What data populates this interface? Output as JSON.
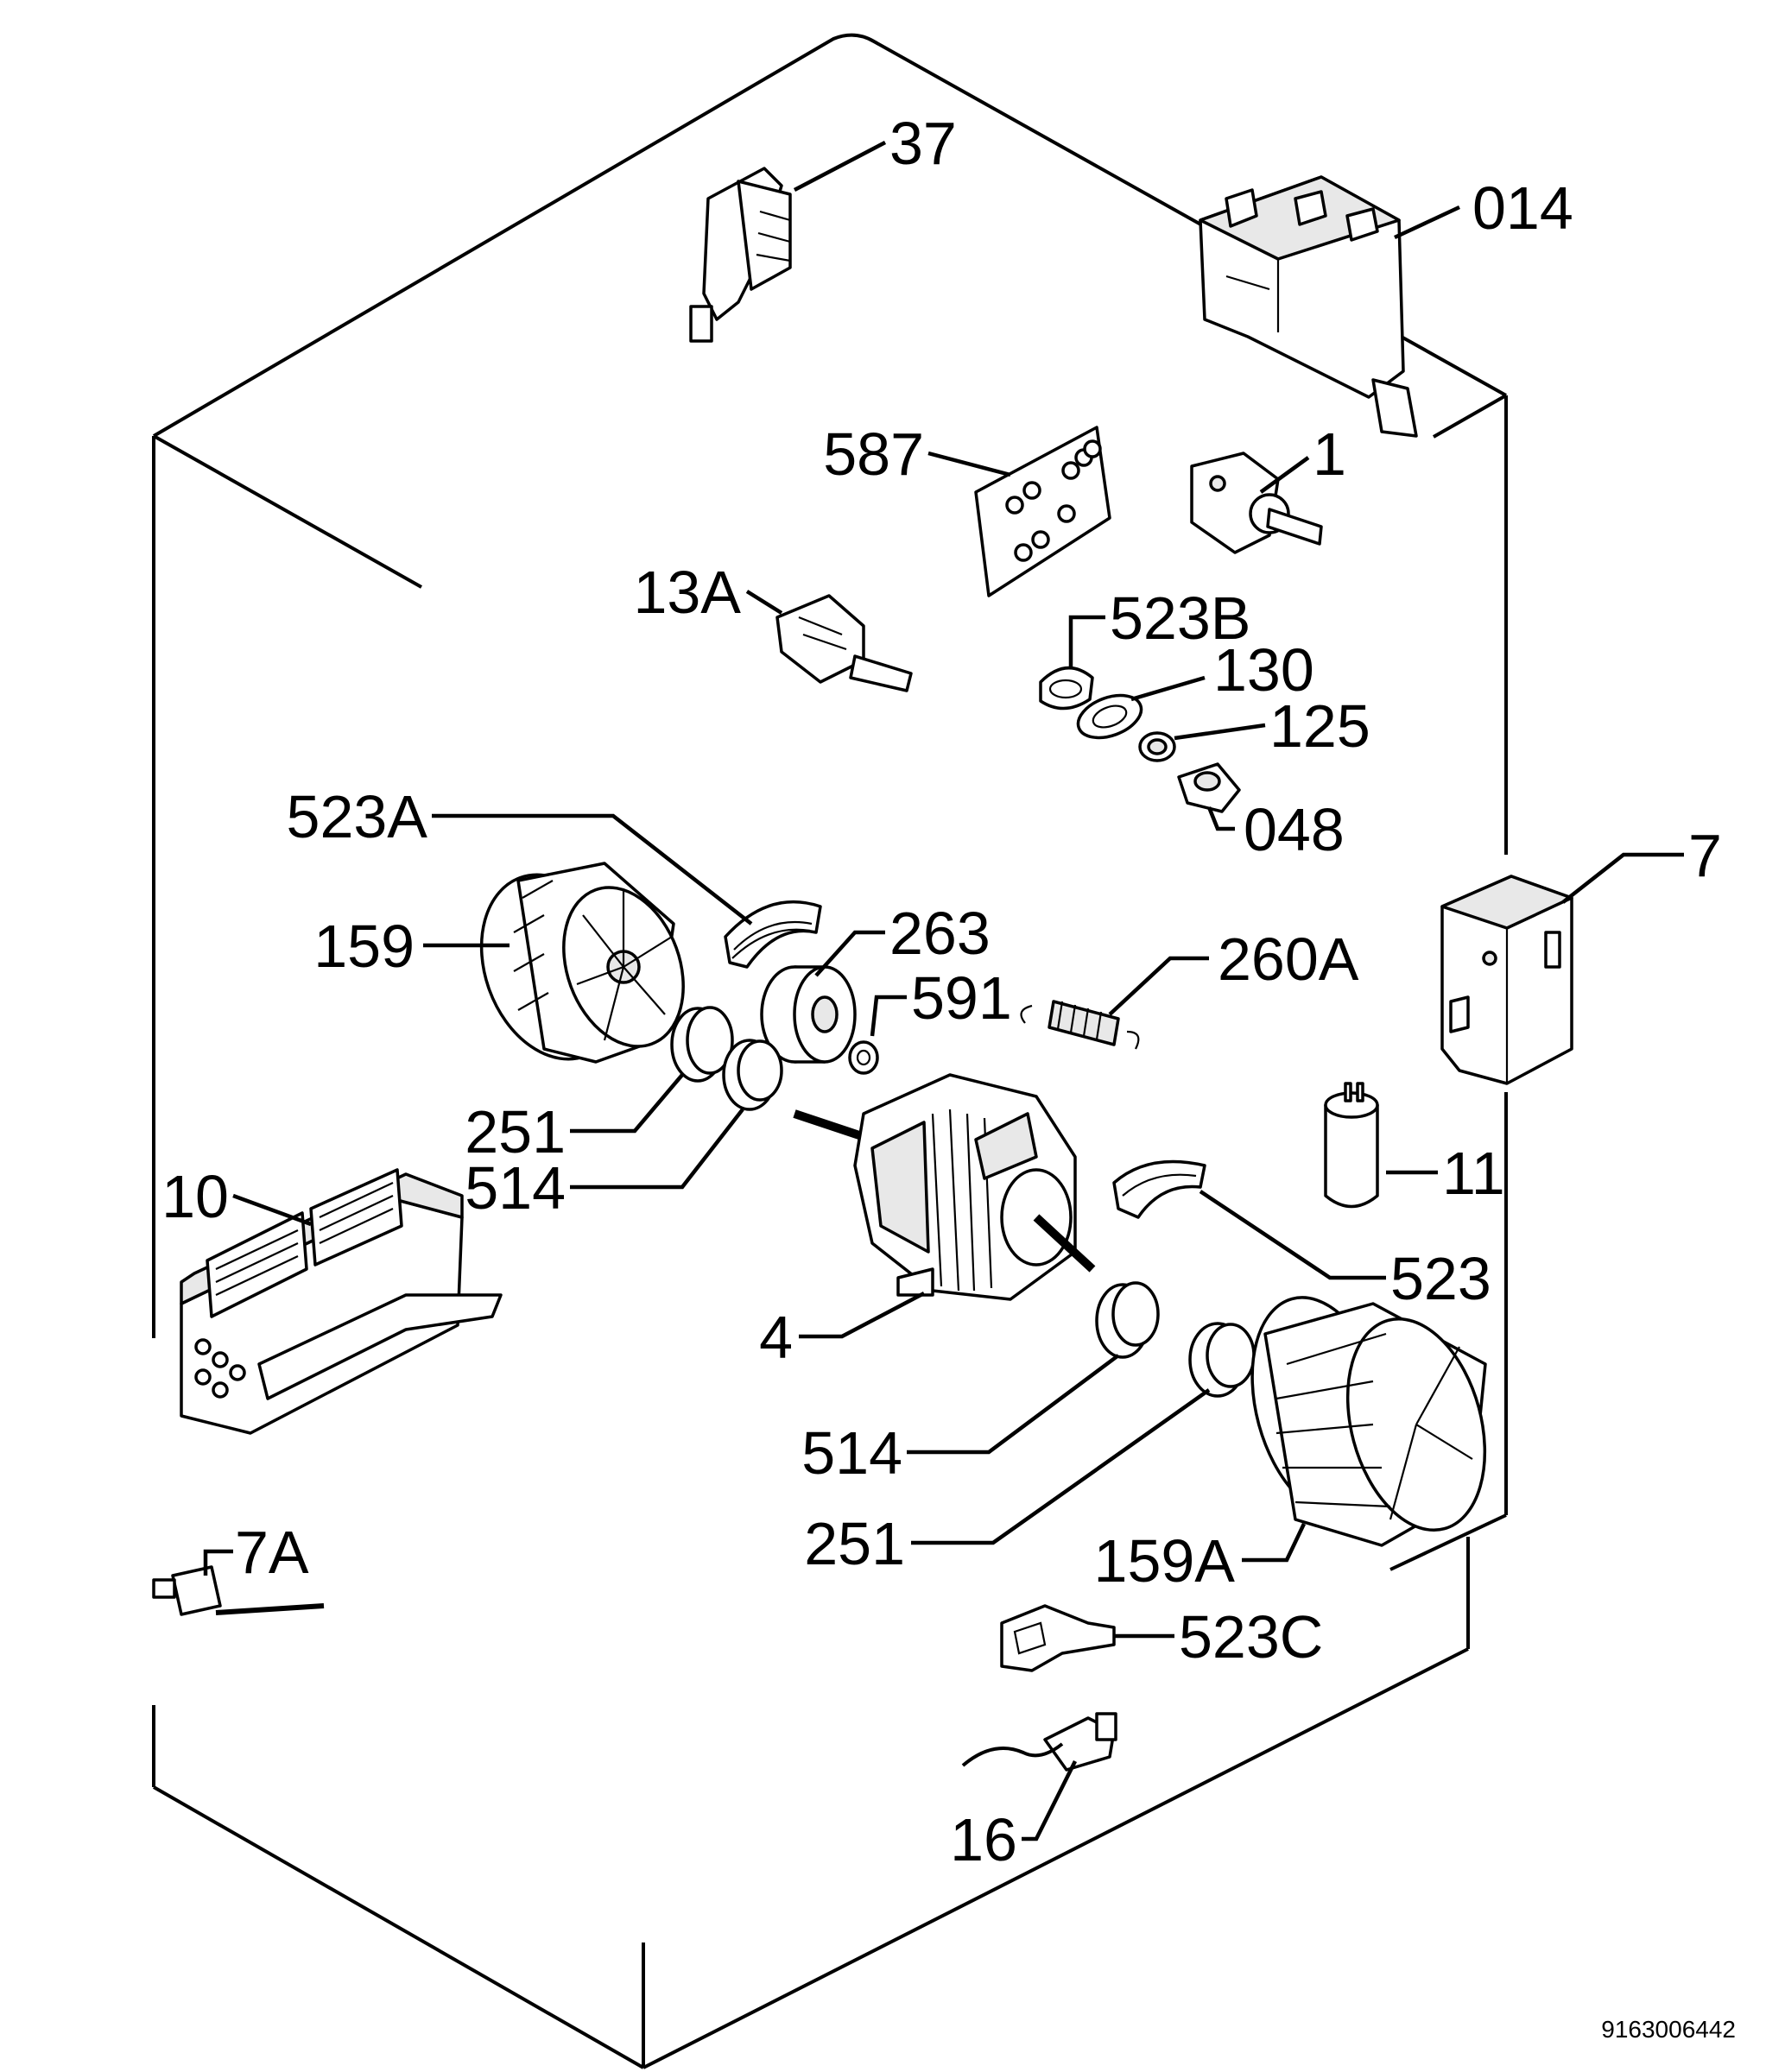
{
  "diagram": {
    "labels": {
      "l37": "37",
      "l014": "014",
      "l587": "587",
      "l1": "1",
      "l13A": "13A",
      "l523B": "523B",
      "l130": "130",
      "l125": "125",
      "l048": "048",
      "l523A": "523A",
      "l7": "7",
      "l263": "263",
      "l159": "159",
      "l260A": "260A",
      "l591": "591",
      "l251a": "251",
      "l514a": "514",
      "l11": "11",
      "l10": "10",
      "l523": "523",
      "l4": "4",
      "l514b": "514",
      "l251b": "251",
      "l159A": "159A",
      "l7A": "7A",
      "l523C": "523C",
      "l16": "16"
    },
    "reference_number": "9163006442"
  }
}
